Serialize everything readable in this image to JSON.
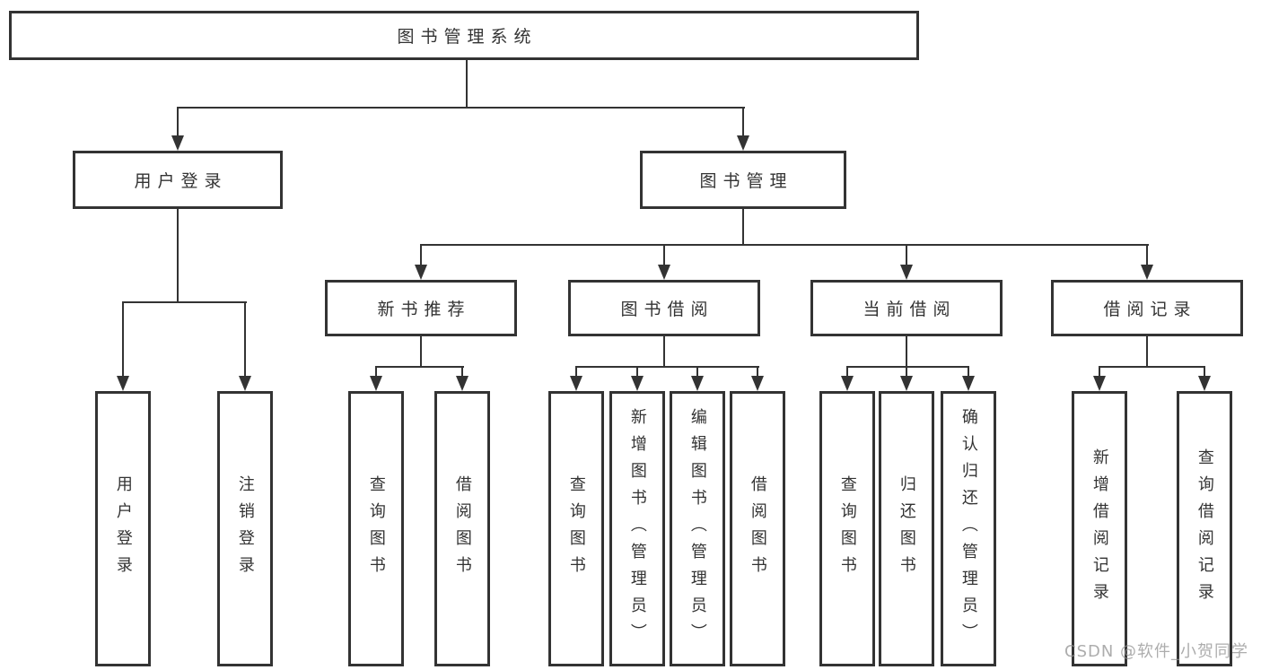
{
  "diagram": {
    "watermark": "CSDN @软件_小贺同学",
    "colors": {
      "line": "#333333",
      "text": "#333333",
      "background": "#ffffff",
      "watermark": "#919191"
    }
  },
  "tree": {
    "root": {
      "label": "图书管理系统",
      "children": [
        {
          "label": "用户登录",
          "children": [
            {
              "label": "用户登录"
            },
            {
              "label": "注销登录"
            }
          ]
        },
        {
          "label": "图书管理",
          "children": [
            {
              "label": "新书推荐",
              "children": [
                {
                  "label": "查询图书"
                },
                {
                  "label": "借阅图书"
                }
              ]
            },
            {
              "label": "图书借阅",
              "children": [
                {
                  "label": "查询图书"
                },
                {
                  "label": "新增图书（管理员）"
                },
                {
                  "label": "编辑图书（管理员）"
                },
                {
                  "label": "借阅图书"
                }
              ]
            },
            {
              "label": "当前借阅",
              "children": [
                {
                  "label": "查询图书"
                },
                {
                  "label": "归还图书"
                },
                {
                  "label": "确认归还（管理员）"
                }
              ]
            },
            {
              "label": "借阅记录",
              "children": [
                {
                  "label": "新增借阅记录"
                },
                {
                  "label": "查询借阅记录"
                }
              ]
            }
          ]
        }
      ]
    }
  }
}
